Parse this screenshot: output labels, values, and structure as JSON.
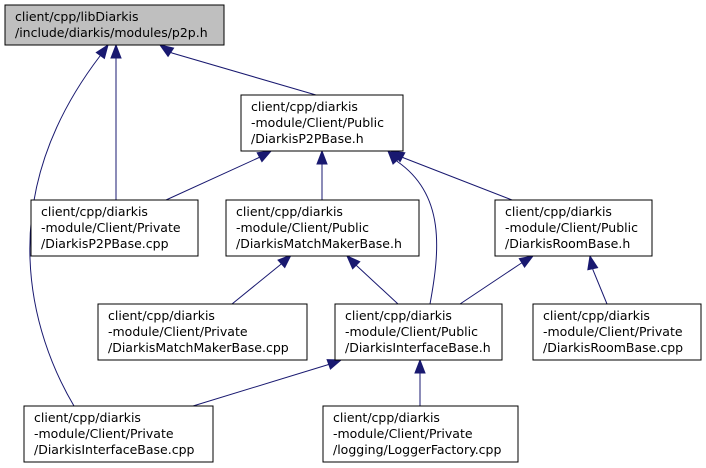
{
  "colors": {
    "edge": "#191970",
    "root_node_fill": "#bfbfbf",
    "node_fill": "#ffffff",
    "node_border": "#000000"
  },
  "nodes": {
    "p2p_h": [
      "client/cpp/libDiarkis",
      "/include/diarkis/modules/p2p.h"
    ],
    "p2pbase_h": [
      "client/cpp/diarkis",
      "-module/Client/Public",
      "/DiarkisP2PBase.h"
    ],
    "p2pbase_cpp": [
      "client/cpp/diarkis",
      "-module/Client/Private",
      "/DiarkisP2PBase.cpp"
    ],
    "matchmakerbase_h": [
      "client/cpp/diarkis",
      "-module/Client/Public",
      "/DiarkisMatchMakerBase.h"
    ],
    "roombase_h": [
      "client/cpp/diarkis",
      "-module/Client/Public",
      "/DiarkisRoomBase.h"
    ],
    "matchmakerbase_cpp": [
      "client/cpp/diarkis",
      "-module/Client/Private",
      "/DiarkisMatchMakerBase.cpp"
    ],
    "interfacebase_h": [
      "client/cpp/diarkis",
      "-module/Client/Public",
      "/DiarkisInterfaceBase.h"
    ],
    "roombase_cpp": [
      "client/cpp/diarkis",
      "-module/Client/Private",
      "/DiarkisRoomBase.cpp"
    ],
    "interfacebase_cpp": [
      "client/cpp/diarkis",
      "-module/Client/Private",
      "/DiarkisInterfaceBase.cpp"
    ],
    "loggerfactory_cpp": [
      "client/cpp/diarkis",
      "-module/Client/Private",
      "/logging/LoggerFactory.cpp"
    ]
  }
}
